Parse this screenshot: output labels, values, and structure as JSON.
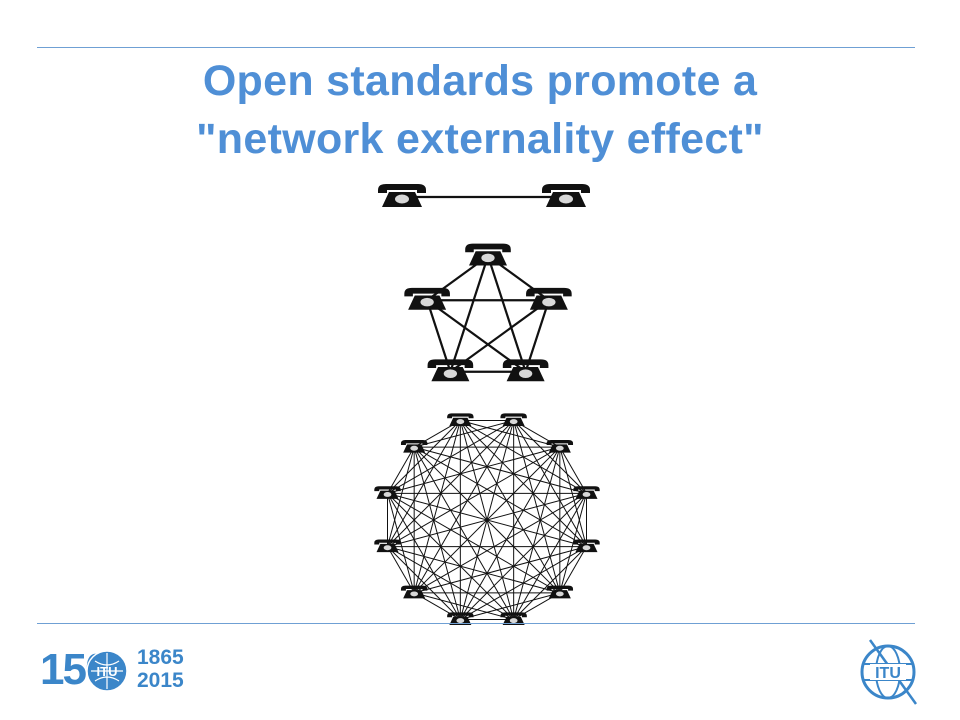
{
  "slide": {
    "title_line1": "Open standards promote a",
    "title_line2": "\"network externality effect\""
  },
  "diagram": {
    "networks": [
      {
        "node_count": 2,
        "layout": "line"
      },
      {
        "node_count": 5,
        "layout": "complete-graph"
      },
      {
        "node_count": 12,
        "layout": "complete-graph"
      }
    ],
    "node_icon": "telephone-icon",
    "colors": {
      "title": "#4f8fd6",
      "rule": "#6fa0d4",
      "ink": "#111111",
      "logo": "#3b86c9"
    }
  },
  "footer": {
    "anniversary_number": "150",
    "year_start": "1865",
    "year_end": "2015",
    "left_logo_icon": "itu-150-anniversary-logo",
    "right_logo_icon": "itu-globe-logo",
    "logo_text": "ITU"
  }
}
